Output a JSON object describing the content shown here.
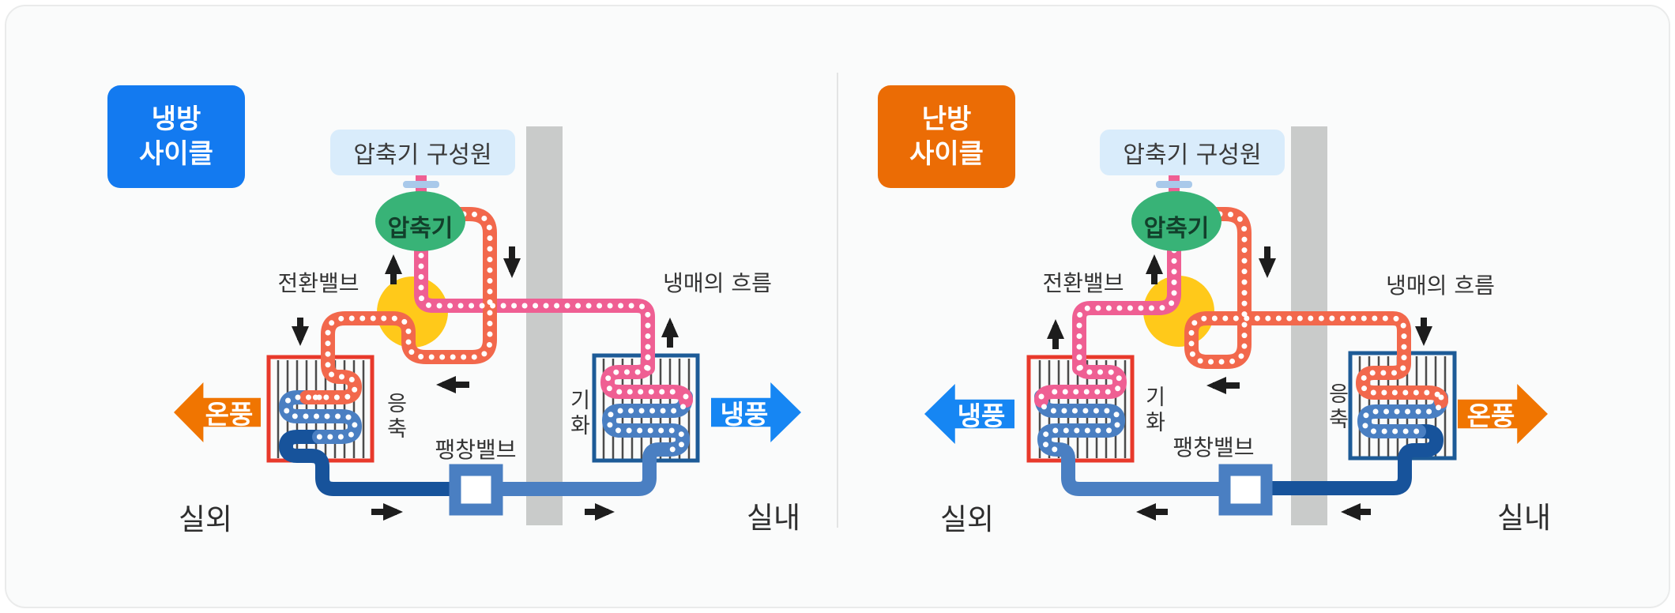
{
  "colors": {
    "badge_cooling": "#137af0",
    "badge_heating": "#eb6c05",
    "pipe_pink": "#ef5f93",
    "pipe_orange": "#f2684c",
    "pipe_blue": "#4a7fc2",
    "pipe_navy": "#17539b",
    "valve_yellow": "#ffc91a",
    "compressor_green": "#38b377",
    "warm_air": "#f07501",
    "cold_air": "#1686f3",
    "coil_red_border": "#e8392b",
    "coil_navy_border": "#1d5b97",
    "wall_gray": "#c9cbca",
    "label_box_blue": "#d9ecfb"
  },
  "panels": {
    "cooling": {
      "badge_line1": "냉방",
      "badge_line2": "사이클",
      "compressor_unit_label": "압축기 구성원",
      "compressor_label": "압축기",
      "switch_valve_label": "전환밸브",
      "refrigerant_flow_label": "냉매의 흐름",
      "outdoor_coil_label": "응축",
      "indoor_coil_label": "기화",
      "expansion_valve_label": "팽창밸브",
      "outdoor_label": "실외",
      "indoor_label": "실내",
      "outdoor_air_label": "온풍",
      "indoor_air_label": "냉풍"
    },
    "heating": {
      "badge_line1": "난방",
      "badge_line2": "사이클",
      "compressor_unit_label": "압축기 구성원",
      "compressor_label": "압축기",
      "switch_valve_label": "전환밸브",
      "refrigerant_flow_label": "냉매의 흐름",
      "outdoor_coil_label": "기화",
      "indoor_coil_label": "응축",
      "expansion_valve_label": "팽창밸브",
      "outdoor_label": "실외",
      "indoor_label": "실내",
      "outdoor_air_label": "냉풍",
      "indoor_air_label": "온풍"
    }
  }
}
